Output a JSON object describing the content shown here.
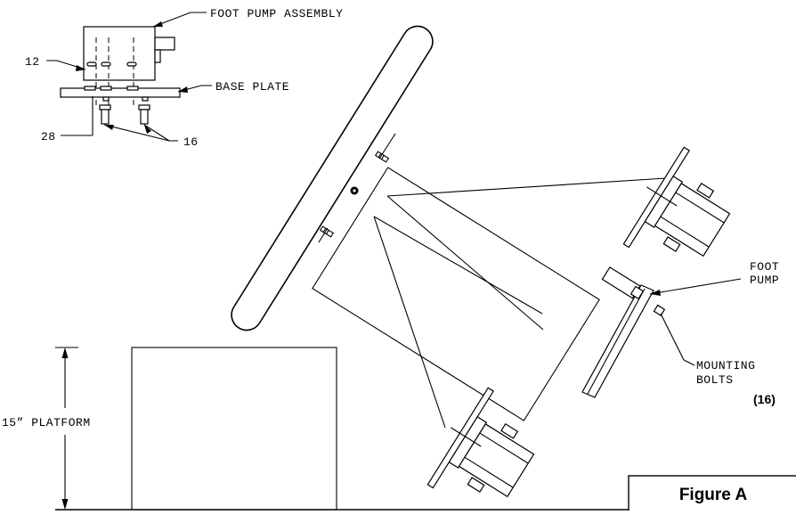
{
  "labels": {
    "foot_pump_assembly": "FOOT PUMP ASSEMBLY",
    "base_plate": "BASE PLATE",
    "part_12": "12",
    "part_28": "28",
    "part_16": "16",
    "foot_pump_line1": "FOOT",
    "foot_pump_line2": "PUMP",
    "mounting_line1": "MOUNTING",
    "mounting_line2": "BOLTS",
    "mounting_qty": "(16)",
    "platform": "15” PLATFORM",
    "figure_caption": "Figure A"
  }
}
